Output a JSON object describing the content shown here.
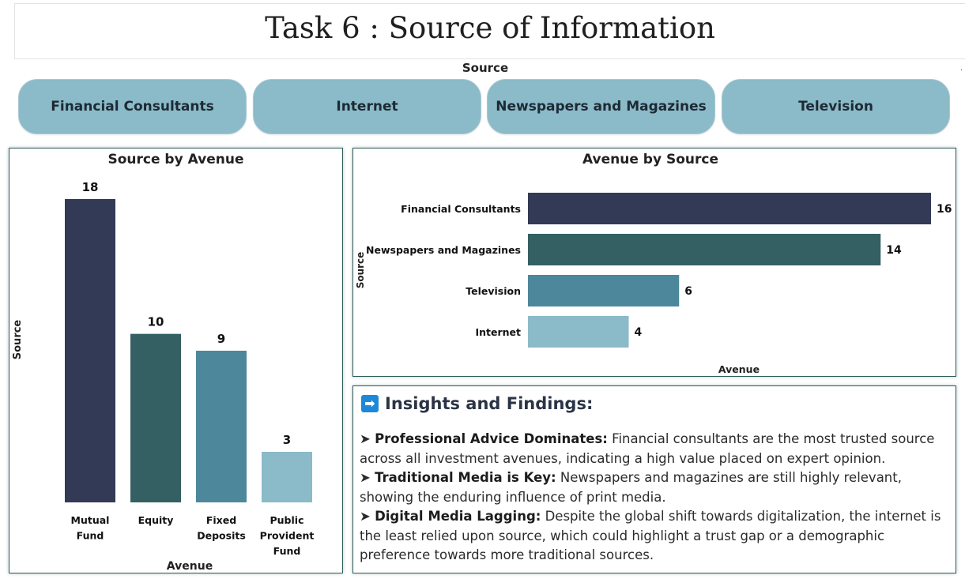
{
  "page": {
    "title": "Task 6 : Source of Information"
  },
  "slicer": {
    "label": "Source",
    "dot": "·",
    "buttons": [
      "Financial Consultants",
      "Internet",
      "Newspapers and Magazines",
      "Television"
    ]
  },
  "chart_data": [
    {
      "type": "bar",
      "title": "Source by Avenue",
      "xlabel": "Avenue",
      "ylabel": "Source",
      "categories": [
        "Mutual Fund",
        "Equity",
        "Fixed Deposits",
        "Public Provident Fund"
      ],
      "category_lines": [
        [
          "Mutual",
          "Fund"
        ],
        [
          "Equity"
        ],
        [
          "Fixed",
          "Deposits"
        ],
        [
          "Public",
          "Provident",
          "Fund"
        ]
      ],
      "values": [
        18,
        10,
        9,
        3
      ],
      "colors": [
        "#333a56",
        "#345f63",
        "#4d879b",
        "#8bbac8"
      ],
      "ylim": [
        0,
        18
      ],
      "grid": false
    },
    {
      "type": "bar",
      "orientation": "horizontal",
      "title": "Avenue by Source",
      "xlabel": "Avenue",
      "ylabel": "Source",
      "categories": [
        "Financial Consultants",
        "Newspapers and Magazines",
        "Television",
        "Internet"
      ],
      "values": [
        16,
        14,
        6,
        4
      ],
      "colors": [
        "#333a56",
        "#345f63",
        "#4d879b",
        "#8bbac8"
      ],
      "xlim": [
        0,
        16
      ],
      "grid": false
    }
  ],
  "insights": {
    "icon": "➡",
    "heading": "Insights and Findings:",
    "items": [
      {
        "bullet": "➤",
        "title": "Professional Advice Dominates:",
        "text": " Financial consultants are the most trusted source across all investment avenues, indicating a high value placed on expert opinion."
      },
      {
        "bullet": "➤",
        "title": "Traditional Media is Key:",
        "text": " Newspapers and magazines are still highly relevant, showing the enduring influence of print media."
      },
      {
        "bullet": "➤",
        "title": "Digital Media Lagging:",
        "text": " Despite the global shift towards digitalization, the internet is the least relied upon source, which could highlight a trust gap or a demographic preference towards more traditional sources."
      }
    ]
  }
}
